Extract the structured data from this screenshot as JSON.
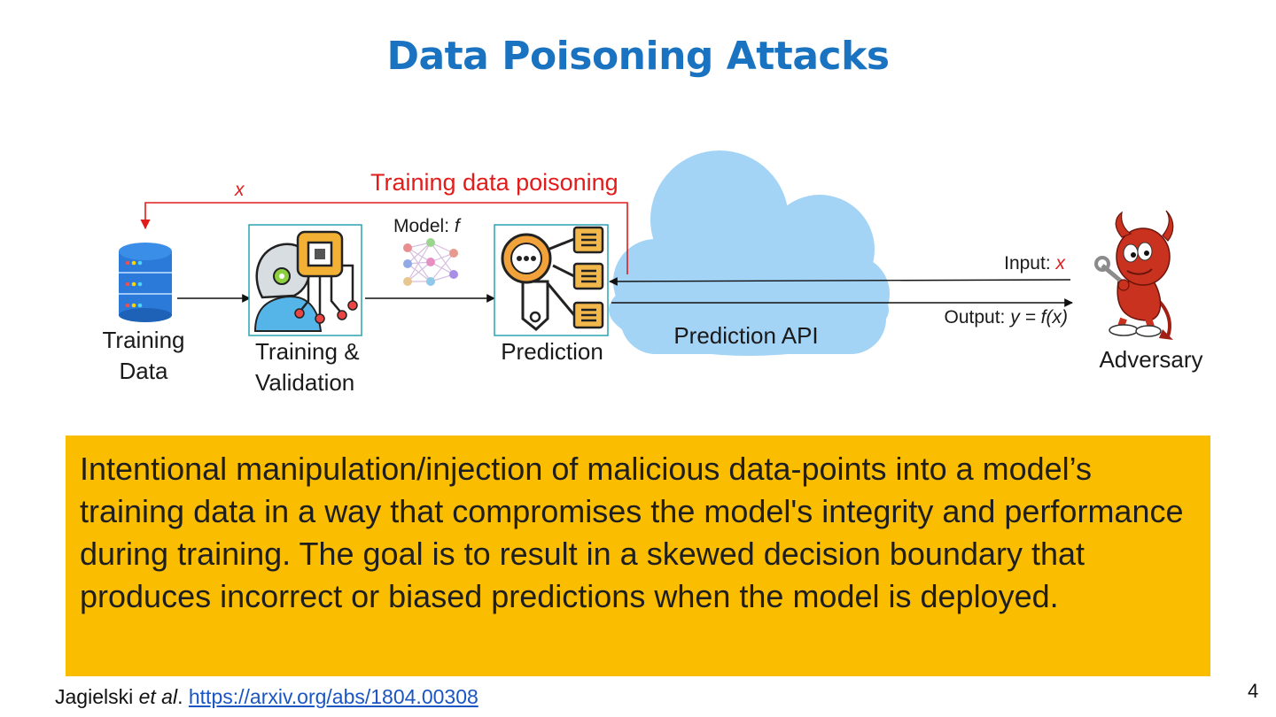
{
  "slide": {
    "title": "Data Poisoning Attacks",
    "page_number": "4"
  },
  "diagram": {
    "poison_path_var": "x",
    "poison_label": "Training data poisoning",
    "model_label_prefix": "Model: ",
    "model_label_var": "f",
    "training_data_line1": "Training",
    "training_data_line2": "Data",
    "training_line1": "Training &",
    "training_line2": "Validation",
    "prediction_label": "Prediction",
    "api_label": "Prediction API",
    "input_prefix": "Input: ",
    "input_var": "x",
    "output_prefix": "Output: ",
    "output_expr": "y = f(x)",
    "adversary_label": "Adversary"
  },
  "definition": {
    "text": "Intentional manipulation/injection of malicious data-points into a model’s training data in a way that compromises the model's integrity and performance during training. The goal is to result in a skewed decision boundary that produces  incorrect or biased predictions when the model is deployed."
  },
  "citation": {
    "author": "Jagielski ",
    "etal": "et al",
    "sep": ". ",
    "url_text": "https://arxiv.org/abs/1804.00308"
  },
  "colors": {
    "title_blue": "#1a73c1",
    "poison_red": "#e21b1b",
    "definition_bg": "#fbbd00",
    "cloud_blue": "#a3d3f5",
    "icon_border_teal": "#2aa3b0",
    "adversary_red": "#c8321e",
    "link_blue": "#1a55c4"
  },
  "icons": [
    "database-icon",
    "ai-head-chip-icon",
    "neural-net-icon",
    "prediction-icon",
    "cloud-icon",
    "devil-mascot-icon"
  ]
}
